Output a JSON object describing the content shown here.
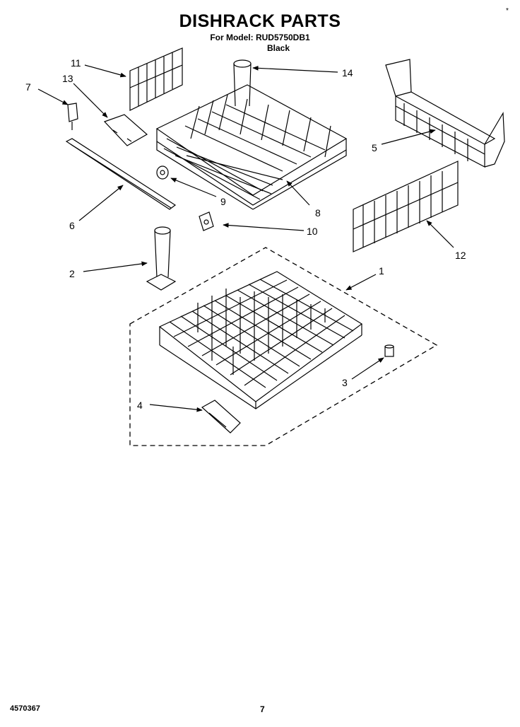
{
  "header": {
    "title": "DISHRACK PARTS",
    "model_line": "For Model: RUD5750DB1",
    "color_line": "Black",
    "corner_mark": "*"
  },
  "footer": {
    "doc_number": "4570367",
    "page_number": "7"
  },
  "callouts": [
    {
      "id": "1",
      "label": "1"
    },
    {
      "id": "2",
      "label": "2"
    },
    {
      "id": "3",
      "label": "3"
    },
    {
      "id": "4",
      "label": "4"
    },
    {
      "id": "5",
      "label": "5"
    },
    {
      "id": "6",
      "label": "6"
    },
    {
      "id": "7",
      "label": "7"
    },
    {
      "id": "8",
      "label": "8"
    },
    {
      "id": "9",
      "label": "9"
    },
    {
      "id": "10",
      "label": "10"
    },
    {
      "id": "11",
      "label": "11"
    },
    {
      "id": "12",
      "label": "12"
    },
    {
      "id": "13",
      "label": "13"
    },
    {
      "id": "14",
      "label": "14"
    }
  ]
}
